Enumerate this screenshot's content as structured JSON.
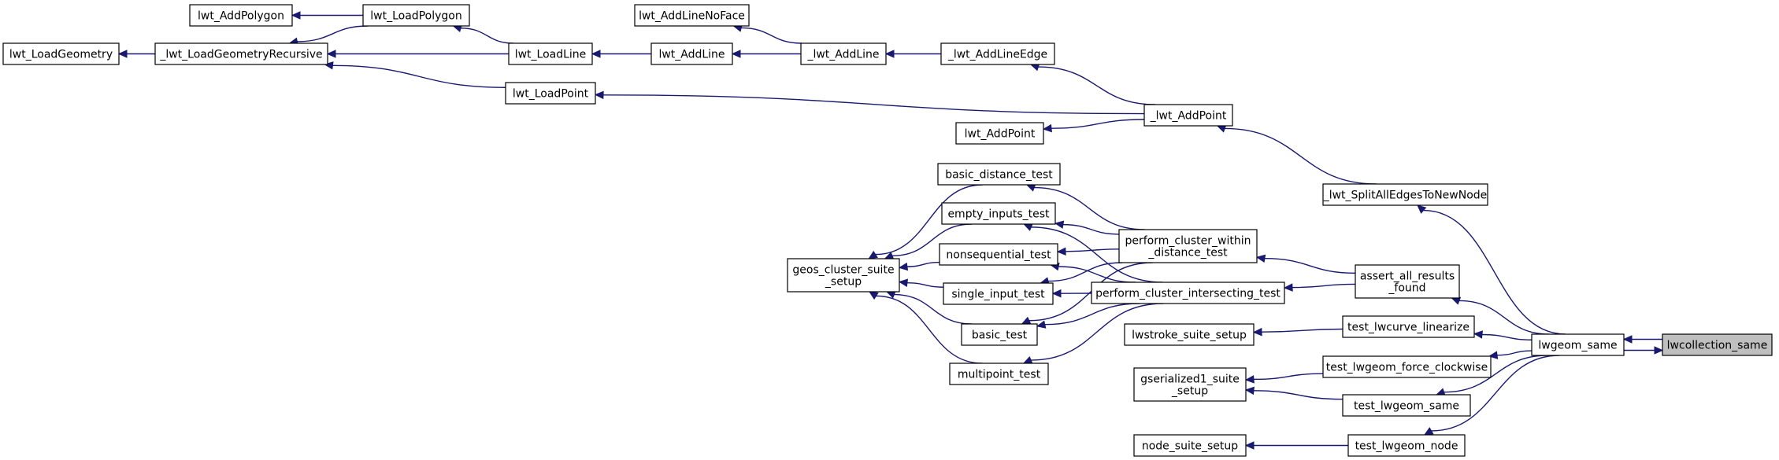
{
  "diagram": {
    "type": "call-graph",
    "colors": {
      "edge": "#191970",
      "current_node_fill": "#bfbfbf",
      "node_fill": "#ffffff",
      "node_border": "#000000"
    },
    "current_node": "lwcollection_same",
    "nodes": {
      "lwcollection_same": [
        "lwcollection_same"
      ],
      "lwgeom_same": [
        "lwgeom_same"
      ],
      "_lwt_SplitAllEdgesToNewNode": [
        "_lwt_SplitAllEdgesToNewNode"
      ],
      "assert_all_results_found": [
        "assert_all_results",
        "_found"
      ],
      "test_lwcurve_linearize": [
        "test_lwcurve_linearize"
      ],
      "test_lwgeom_force_clockwise": [
        "test_lwgeom_force_clockwise"
      ],
      "test_lwgeom_same": [
        "test_lwgeom_same"
      ],
      "test_lwgeom_node": [
        "test_lwgeom_node"
      ],
      "_lwt_AddPoint": [
        "_lwt_AddPoint"
      ],
      "perform_cluster_within_distance_test": [
        "perform_cluster_within",
        "_distance_test"
      ],
      "perform_cluster_intersecting_test": [
        "perform_cluster_intersecting_test"
      ],
      "lwstroke_suite_setup": [
        "lwstroke_suite_setup"
      ],
      "gserialized1_suite_setup": [
        "gserialized1_suite",
        "_setup"
      ],
      "node_suite_setup": [
        "node_suite_setup"
      ],
      "_lwt_AddLineEdge": [
        "_lwt_AddLineEdge"
      ],
      "lwt_AddPoint": [
        "lwt_AddPoint"
      ],
      "lwt_LoadPoint": [
        "lwt_LoadPoint"
      ],
      "_lwt_AddLine": [
        "_lwt_AddLine"
      ],
      "lwt_AddLine": [
        "lwt_AddLine"
      ],
      "lwt_AddLineNoFace": [
        "lwt_AddLineNoFace"
      ],
      "lwt_LoadLine": [
        "lwt_LoadLine"
      ],
      "lwt_LoadPolygon": [
        "lwt_LoadPolygon"
      ],
      "lwt_AddPolygon": [
        "lwt_AddPolygon"
      ],
      "_lwt_LoadGeometryRecursive": [
        "_lwt_LoadGeometryRecursive"
      ],
      "lwt_LoadGeometry": [
        "lwt_LoadGeometry"
      ],
      "basic_distance_test": [
        "basic_distance_test"
      ],
      "empty_inputs_test": [
        "empty_inputs_test"
      ],
      "nonsequential_test": [
        "nonsequential_test"
      ],
      "single_input_test": [
        "single_input_test"
      ],
      "basic_test": [
        "basic_test"
      ],
      "multipoint_test": [
        "multipoint_test"
      ],
      "geos_cluster_suite_setup": [
        "geos_cluster_suite",
        "_setup"
      ]
    },
    "edges": [
      [
        "lwcollection_same",
        "lwgeom_same"
      ],
      [
        "lwgeom_same",
        "lwcollection_same"
      ],
      [
        "lwgeom_same",
        "_lwt_SplitAllEdgesToNewNode"
      ],
      [
        "lwgeom_same",
        "assert_all_results_found"
      ],
      [
        "lwgeom_same",
        "test_lwcurve_linearize"
      ],
      [
        "lwgeom_same",
        "test_lwgeom_force_clockwise"
      ],
      [
        "lwgeom_same",
        "test_lwgeom_same"
      ],
      [
        "lwgeom_same",
        "test_lwgeom_node"
      ],
      [
        "_lwt_SplitAllEdgesToNewNode",
        "_lwt_AddPoint"
      ],
      [
        "_lwt_AddPoint",
        "_lwt_AddLineEdge"
      ],
      [
        "_lwt_AddPoint",
        "lwt_AddPoint"
      ],
      [
        "_lwt_AddPoint",
        "lwt_LoadPoint"
      ],
      [
        "_lwt_AddLineEdge",
        "_lwt_AddLine"
      ],
      [
        "_lwt_AddLine",
        "lwt_AddLine"
      ],
      [
        "_lwt_AddLine",
        "lwt_AddLineNoFace"
      ],
      [
        "lwt_AddLine",
        "lwt_LoadLine"
      ],
      [
        "lwt_LoadLine",
        "lwt_LoadPolygon"
      ],
      [
        "lwt_LoadLine",
        "_lwt_LoadGeometryRecursive"
      ],
      [
        "lwt_LoadPolygon",
        "lwt_AddPolygon"
      ],
      [
        "lwt_LoadPolygon",
        "_lwt_LoadGeometryRecursive"
      ],
      [
        "lwt_LoadPoint",
        "_lwt_LoadGeometryRecursive"
      ],
      [
        "_lwt_LoadGeometryRecursive",
        "lwt_LoadGeometry"
      ],
      [
        "assert_all_results_found",
        "perform_cluster_within_distance_test"
      ],
      [
        "assert_all_results_found",
        "perform_cluster_intersecting_test"
      ],
      [
        "perform_cluster_within_distance_test",
        "basic_distance_test"
      ],
      [
        "perform_cluster_within_distance_test",
        "empty_inputs_test"
      ],
      [
        "perform_cluster_within_distance_test",
        "nonsequential_test"
      ],
      [
        "perform_cluster_within_distance_test",
        "single_input_test"
      ],
      [
        "perform_cluster_within_distance_test",
        "basic_test"
      ],
      [
        "perform_cluster_intersecting_test",
        "empty_inputs_test"
      ],
      [
        "perform_cluster_intersecting_test",
        "nonsequential_test"
      ],
      [
        "perform_cluster_intersecting_test",
        "single_input_test"
      ],
      [
        "perform_cluster_intersecting_test",
        "basic_test"
      ],
      [
        "perform_cluster_intersecting_test",
        "multipoint_test"
      ],
      [
        "basic_distance_test",
        "geos_cluster_suite_setup"
      ],
      [
        "empty_inputs_test",
        "geos_cluster_suite_setup"
      ],
      [
        "nonsequential_test",
        "geos_cluster_suite_setup"
      ],
      [
        "single_input_test",
        "geos_cluster_suite_setup"
      ],
      [
        "basic_test",
        "geos_cluster_suite_setup"
      ],
      [
        "multipoint_test",
        "geos_cluster_suite_setup"
      ],
      [
        "test_lwcurve_linearize",
        "lwstroke_suite_setup"
      ],
      [
        "test_lwgeom_force_clockwise",
        "gserialized1_suite_setup"
      ],
      [
        "test_lwgeom_same",
        "gserialized1_suite_setup"
      ],
      [
        "test_lwgeom_node",
        "node_suite_setup"
      ]
    ]
  }
}
